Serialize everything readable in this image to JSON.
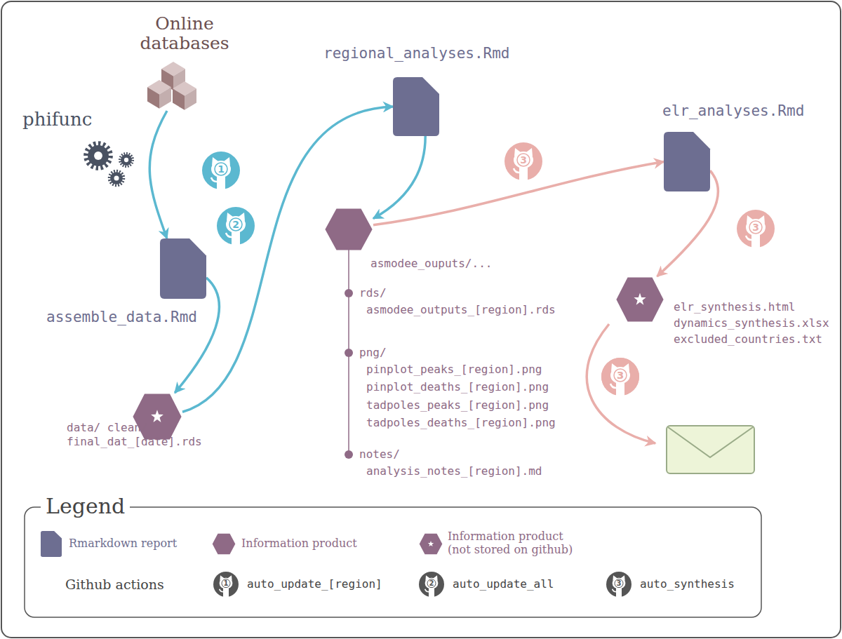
{
  "diagram": {
    "nodes": [
      {
        "text": [
          "Online databases"
        ]
      },
      {
        "text": [
          "phifunc"
        ]
      },
      {
        "text": [
          "assemble_data.Rmd"
        ]
      },
      {
        "text": [
          "data/ clean/ final_dat_[date].rds"
        ]
      },
      {
        "text": [
          "regional_analyses.Rmd"
        ]
      },
      {
        "text": [
          "asmodee_ouputs/...",
          "rds/",
          "asmodee_outputs_[region].rds",
          "png/",
          "pinplot_peaks_[region].png",
          "pinplot_deaths_[region].png",
          "tadpoles_peaks_[region].png",
          "tadpoles_deaths_[region].png",
          "notes/",
          "analysis_notes_[region].md"
        ]
      },
      {
        "text": [
          "elr_analyses.Rmd"
        ]
      },
      {
        "text": [
          "elr_synthesis.html",
          "dynamics_synthesis.xlsx",
          "excluded_countries.txt"
        ]
      }
    ],
    "edges": [
      {
        "from": 0,
        "to": 2,
        "arrow": "to"
      },
      {
        "from": 2,
        "to": 3,
        "arrow": "to"
      },
      {
        "from": 3,
        "to": 4,
        "arrow": "to"
      },
      {
        "from": 4,
        "to": 5,
        "arrow": "to"
      },
      {
        "from": 5,
        "to": 6,
        "arrow": "to"
      },
      {
        "from": 6,
        "to": 7,
        "arrow": "to"
      }
    ],
    "labels": [
      "1",
      "2",
      "3",
      "3",
      "3",
      "3",
      "Legend",
      "Github actions",
      "1",
      "2",
      "3"
    ],
    "legend": [
      {
        "text": "Rmarkdown report"
      },
      {
        "text": "Information product"
      },
      {
        "text": "Information product (not stored on github)"
      },
      {
        "text": "auto_update_[region]"
      },
      {
        "text": "auto_update_all"
      },
      {
        "text": "auto_synthesis"
      }
    ]
  }
}
